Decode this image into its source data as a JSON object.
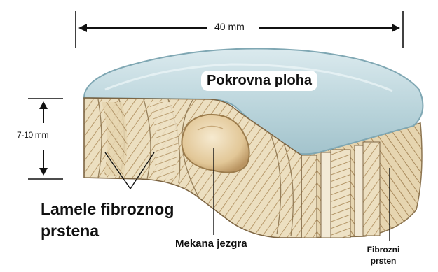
{
  "dimensions": {
    "width_label": "40 mm",
    "height_label": "7-10 mm"
  },
  "labels": {
    "top_surface": "Pokrovna ploha",
    "lamellae_line1": "Lamele fibroznog",
    "lamellae_line2": "prstena",
    "nucleus": "Mekana jezgra",
    "ring_line1": "Fibrozni",
    "ring_line2": "prsten"
  },
  "colors": {
    "top_surface": "#bcd6dc",
    "top_surface_edge": "#7fa7b3",
    "annulus_light": "#eadcbc",
    "annulus_stripe": "#b89a6c",
    "nucleus": "#e6cfa3",
    "nucleus_edge": "#9c7c4c",
    "arrows": "#111111"
  }
}
